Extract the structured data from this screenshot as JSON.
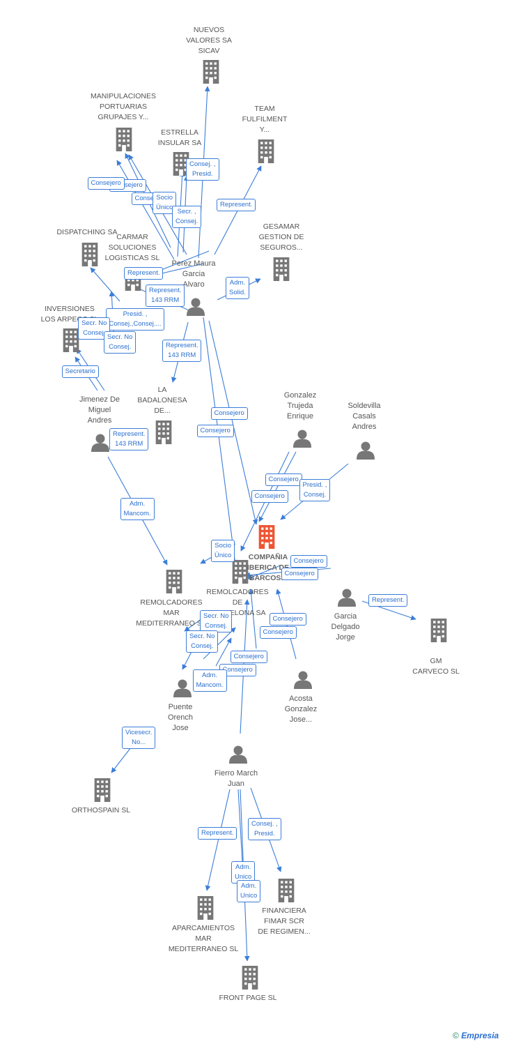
{
  "colors": {
    "edge": "#3b7dd8",
    "company": "#777777",
    "center": "#ee5533",
    "person": "#777777"
  },
  "nodes": [
    {
      "id": "nuevos",
      "kind": "company",
      "label": [
        "NUEVOS",
        "VALORES SA",
        "SICAV"
      ]
    },
    {
      "id": "manip",
      "kind": "company",
      "label": [
        "MANIPULACIONES",
        "PORTUARIAS",
        "GRUPAJES Y..."
      ]
    },
    {
      "id": "estrella",
      "kind": "company",
      "label": [
        "ESTRELLA",
        "INSULAR SA"
      ]
    },
    {
      "id": "team",
      "kind": "company",
      "label": [
        "TEAM",
        "FULFILMENT",
        "Y..."
      ]
    },
    {
      "id": "dispatching",
      "kind": "company",
      "label": [
        "DISPATCHING SA"
      ]
    },
    {
      "id": "carmar",
      "kind": "company",
      "label": [
        "CARMAR",
        "SOLUCIONES",
        "LOGISTICAS  SL"
      ]
    },
    {
      "id": "gesamar",
      "kind": "company",
      "label": [
        "GESAMAR",
        "GESTION DE",
        "SEGUROS..."
      ]
    },
    {
      "id": "perez",
      "kind": "person",
      "label": [
        "Perez Maura",
        "Garcia",
        "Alvaro"
      ]
    },
    {
      "id": "inversiones",
      "kind": "company",
      "label": [
        "INVERSIONES",
        "LOS ARPEOS SL"
      ]
    },
    {
      "id": "badalonesa",
      "kind": "company",
      "label": [
        "LA",
        "BADALONESA",
        "DE..."
      ]
    },
    {
      "id": "jimenez",
      "kind": "person",
      "label": [
        "Jimenez De",
        "Miguel",
        "Andres"
      ]
    },
    {
      "id": "gonzalez",
      "kind": "person",
      "label": [
        "Gonzalez",
        "Trujeda",
        "Enrique"
      ]
    },
    {
      "id": "soldevilla",
      "kind": "person",
      "label": [
        "Soldevilla",
        "Casals",
        "Andres"
      ]
    },
    {
      "id": "compania",
      "kind": "center",
      "label": [
        "COMPAÑIA",
        "IBERICA DE",
        "BARCOS..."
      ]
    },
    {
      "id": "remmed",
      "kind": "company",
      "label": [
        "REMOLCADORES",
        "MAR",
        "MEDITERRANEO SA"
      ]
    },
    {
      "id": "rembcn",
      "kind": "company",
      "label": [
        "REMOLCADORES",
        "DE",
        "BARCELONA SA"
      ]
    },
    {
      "id": "garcia",
      "kind": "person",
      "label": [
        "Garcia",
        "Delgado",
        "Jorge"
      ]
    },
    {
      "id": "gmcarveco",
      "kind": "company",
      "label": [
        "GM",
        "CARVECO SL"
      ]
    },
    {
      "id": "acosta",
      "kind": "person",
      "label": [
        "Acosta",
        "Gonzalez",
        "Jose..."
      ]
    },
    {
      "id": "puente",
      "kind": "person",
      "label": [
        "Puente",
        "Orench",
        "Jose"
      ]
    },
    {
      "id": "fierro",
      "kind": "person",
      "label": [
        "Fierro March",
        "Juan"
      ]
    },
    {
      "id": "orthospain",
      "kind": "company",
      "label": [
        "ORTHOSPAIN SL"
      ]
    },
    {
      "id": "financiera",
      "kind": "company",
      "label": [
        "FINANCIERA",
        "FIMAR SCR",
        "DE REGIMEN..."
      ]
    },
    {
      "id": "aparcamientos",
      "kind": "company",
      "label": [
        "APARCAMIENTOS",
        "MAR",
        "MEDITERRANEO SL"
      ]
    },
    {
      "id": "frontpage",
      "kind": "company",
      "label": [
        "FRONT PAGE SL"
      ]
    }
  ],
  "edge_labels": [
    [
      "Consej. ,",
      "Presid."
    ],
    [
      "Consejero"
    ],
    [
      "Consejero"
    ],
    [
      "Consejero"
    ],
    [
      "Socio",
      "Único"
    ],
    [
      "Secr. ,",
      "Consej."
    ],
    [
      "Represent."
    ],
    [
      "Represent."
    ],
    [
      "Represent.",
      "143 RRM"
    ],
    [
      "Adm.",
      "Solid."
    ],
    [
      "Presid. ,",
      "Consej.,Consej...."
    ],
    [
      "Secr.  No",
      "Consej."
    ],
    [
      "Secr.  No",
      "Consej."
    ],
    [
      "Represent.",
      "143 RRM"
    ],
    [
      "Secretario"
    ],
    [
      "Represent.",
      "143 RRM"
    ],
    [
      "Consejero"
    ],
    [
      "Consejero"
    ],
    [
      "Adm.",
      "Mancom."
    ],
    [
      "Consejero"
    ],
    [
      "Consejero"
    ],
    [
      "Presid. ,",
      "Consej."
    ],
    [
      "Socio",
      "Único"
    ],
    [
      "Consejero"
    ],
    [
      "Consejero"
    ],
    [
      "Represent."
    ],
    [
      "Secr.  No",
      "Consej."
    ],
    [
      "Secr.  No",
      "Consej."
    ],
    [
      "Consejero"
    ],
    [
      "Consejero"
    ],
    [
      "Consejero"
    ],
    [
      "Consejero"
    ],
    [
      "Adm.",
      "Mancom."
    ],
    [
      "Vicesecr.",
      "No..."
    ],
    [
      "Represent."
    ],
    [
      "Consej. ,",
      "Presid."
    ],
    [
      "Adm.",
      "Unico"
    ],
    [
      "Adm.",
      "Unico"
    ]
  ],
  "watermark": {
    "copyright": "©",
    "brand": "Empresia"
  }
}
